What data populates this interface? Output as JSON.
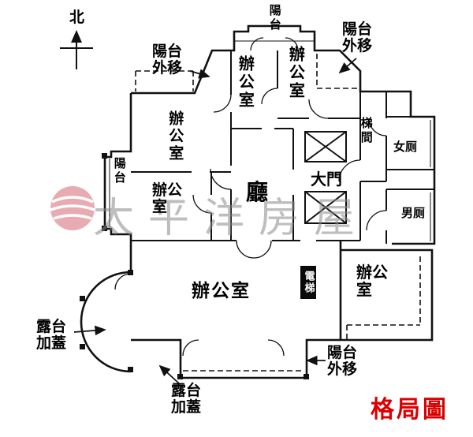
{
  "title": {
    "text": "格局圖",
    "color": "#dd0000"
  },
  "compass": {
    "label": "北"
  },
  "watermark": {
    "text": "太平洋房屋"
  },
  "rooms": {
    "balcony_top": "陽台",
    "office_top_center": "辦公室",
    "office_top_right": "辦公室",
    "office_upper_left": "辦公室",
    "balcony_left": "陽台",
    "office_left": "辦公室",
    "hall": "廳",
    "main_door": "大門",
    "stairwell": "梯間",
    "womens_toilet": "女厕",
    "mens_toilet": "男厕",
    "elevator": "電梯",
    "office_bottom": "辦公室",
    "office_bottom_right": "辦公室"
  },
  "annotations": {
    "balcony_out_top_left": "陽台外移",
    "balcony_out_top_right": "陽台外移",
    "balcony_out_bottom": "陽台外移",
    "terrace_left": "露台加蓋",
    "terrace_bottom": "露台加蓋"
  },
  "colors": {
    "walls": "#111111",
    "accent_red": "#dd0000",
    "watermark_gray": "#8a8a8a",
    "logo_red": "#cc4455"
  }
}
